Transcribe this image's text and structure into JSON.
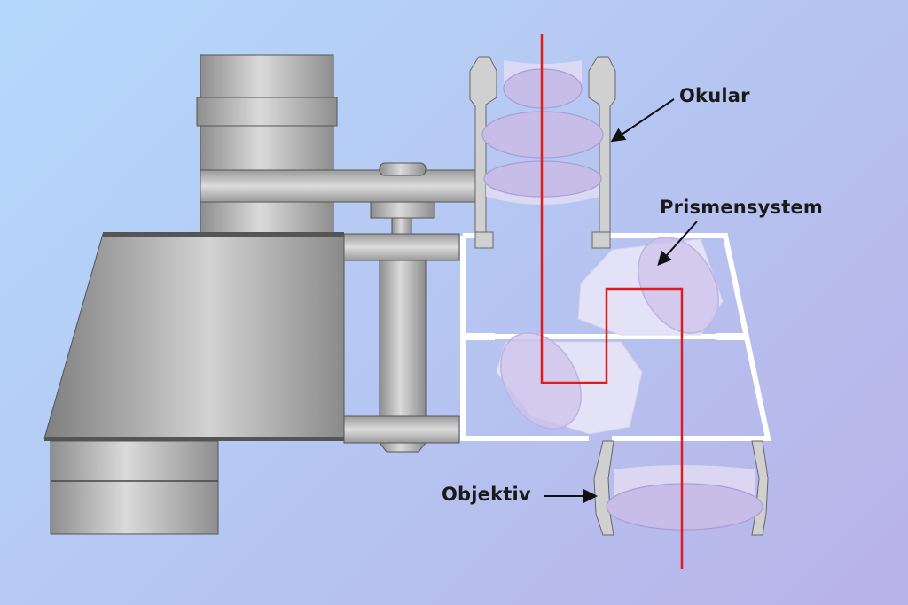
{
  "diagram": {
    "labels": {
      "okular": "Okular",
      "prismensystem": "Prismensystem",
      "objektiv": "Objektiv"
    }
  },
  "colors": {
    "background_start": "#b4d9fb",
    "background_end": "#b8b2e8",
    "metal_dark": "#8c8c8c",
    "metal_light": "#d8d8d8",
    "lens_fill": "#c9bfe9",
    "light_path": "#e01b1b",
    "frame_white": "#ffffff"
  }
}
